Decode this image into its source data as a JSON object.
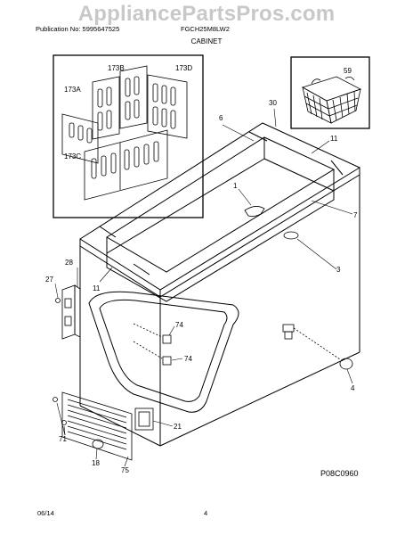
{
  "watermark": "AppliancePartsPros.com",
  "header": {
    "publication": "Publication No: 5995647525",
    "model": "FGCH25M8LW2"
  },
  "section_title": "CABINET",
  "diagram_code": "P08C0960",
  "footer": {
    "date": "06/14",
    "page": "4"
  },
  "callouts": {
    "c173B": "173B",
    "c173D": "173D",
    "c173A": "173A",
    "c173C": "173C",
    "c59": "59",
    "c30": "30",
    "c6": "6",
    "c11a": "11",
    "c1": "1",
    "c7": "7",
    "c3": "3",
    "c28": "28",
    "c27": "27",
    "c11b": "11",
    "c74a": "74",
    "c74b": "74",
    "c4": "4",
    "c21": "21",
    "c71": "71",
    "c18": "18",
    "c75": "75"
  }
}
